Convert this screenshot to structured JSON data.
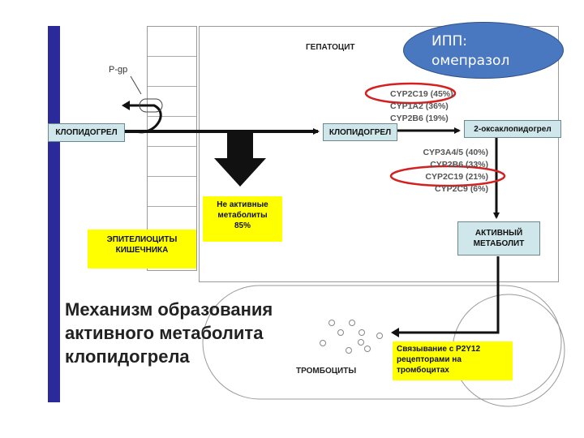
{
  "hepatocyte_title": "ГЕПАТОЦИТ",
  "ppi_bubble": {
    "line1": "ИПП:",
    "line2": "омепразол",
    "color": "#4a78c0"
  },
  "pgp_label": "P-gp",
  "clopidogrel_left": "КЛОПИДОГРЕЛ",
  "clopidogrel_mid": "КЛОПИДОГРЕЛ",
  "oxo_metabolite": "2-оксаклопидогрел",
  "cyp_step1": [
    "CYP2C19 (45%)",
    "CYP1A2 (36%)",
    "CYP2B6 (19%)"
  ],
  "cyp_step2": [
    "CYP3A4/5 (40%)",
    "CYP2B6 (33%)",
    "CYP2C19 (21%)",
    "CYP2C9 (6%)"
  ],
  "inactive": {
    "line1": "Не активные",
    "line2": "метаболиты",
    "line3": "85%"
  },
  "epithelium": {
    "line1": "ЭПИТЕЛИОЦИТЫ",
    "line2": "КИШЕЧНИКА"
  },
  "active_metabolite": {
    "line1": "АКТИВНЫЙ",
    "line2": "МЕТАБОЛИТ"
  },
  "binding": {
    "line1": "Связывание с P2Y12",
    "line2": "рецепторами на",
    "line3": "тромбоцитах"
  },
  "platelets_label": "ТРОМБОЦИТЫ",
  "heading": {
    "line1": "Механизм образования",
    "line2": "активного метаболита",
    "line3": "клопидогрела"
  },
  "colors": {
    "accent_bar": "#2a2a9a",
    "highlight": "#d42020",
    "yellow": "#ffff00",
    "box_blue": "#cfe6ea"
  }
}
